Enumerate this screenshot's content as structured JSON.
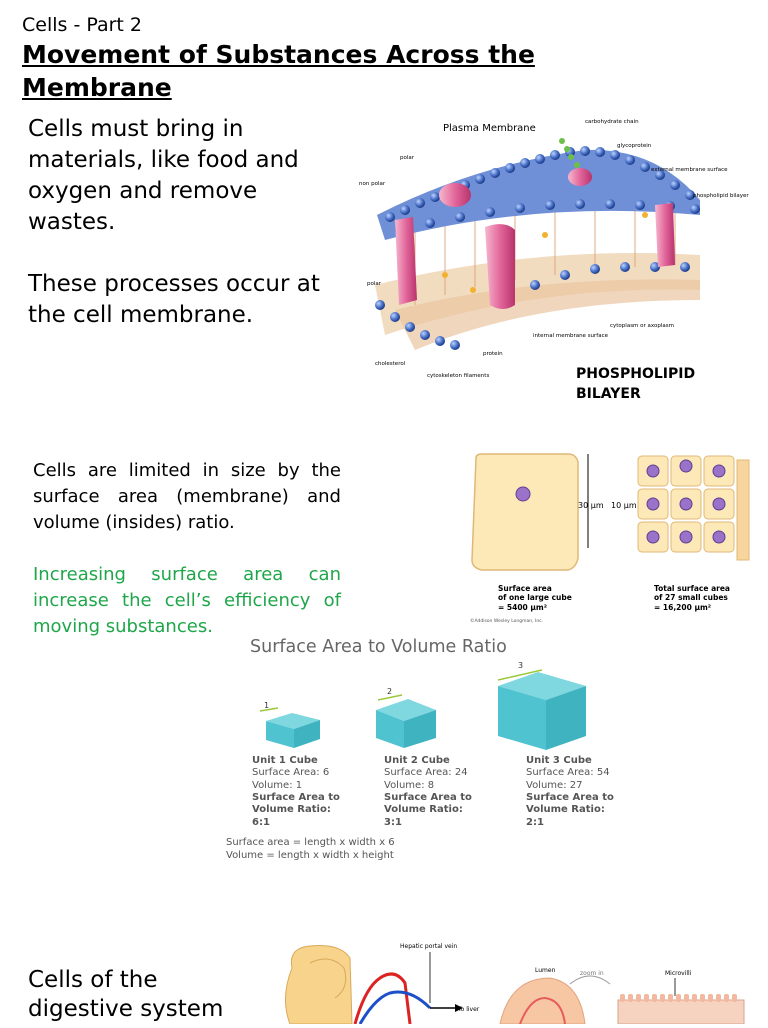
{
  "header": {
    "part_label": "Cells - Part 2",
    "title": "Movement of Substances Across the Membrane"
  },
  "intro": {
    "paragraph1": "Cells must bring in materials, like food and oxygen and remove wastes.",
    "paragraph2": "These processes occur at the cell membrane."
  },
  "membrane_figure": {
    "title": "Plasma Membrane",
    "labels": {
      "carbohydrate_chain": "carbohydrate chain",
      "glycoprotein": "glycoprotein",
      "polar_top": "polar",
      "non_polar": "non polar",
      "external_surface": "external membrane surface",
      "phospholipid_bilayer": "phospholipid bilayer",
      "polar_bottom": "polar",
      "cytoplasm": "cytoplasm or axoplasm",
      "internal_surface": "internal membrane surface",
      "protein": "protein",
      "cholesterol": "cholesterol",
      "cytoskeleton": "cytoskeleton filaments"
    },
    "caption_line1": "PHOSPHOLIPID",
    "caption_line2": "BILAYER"
  },
  "size_section": {
    "paragraph1": "Cells are limited in size by the surface area (membrane) and volume (insides) ratio.",
    "paragraph2": "Increasing surface area can increase the cell’s efficiency of moving substances."
  },
  "cube_figure": {
    "large_dim": "30 µm",
    "small_dim": "10 µm",
    "large_caption": [
      "Surface area",
      "of one large cube",
      "= 5400 µm²"
    ],
    "small_caption": [
      "Total surface area",
      "of 27 small cubes",
      "= 16,200 µm²"
    ],
    "credit": "©Addison Wesley Longman, Inc."
  },
  "ratio_figure": {
    "title": "Surface Area to Volume Ratio",
    "cubes": [
      {
        "number": "1",
        "name": "Unit 1 Cube",
        "area": "Surface Area: 6",
        "volume": "Volume: 1",
        "ratio_label1": "Surface Area to",
        "ratio_label2": "Volume Ratio:",
        "ratio": "6:1"
      },
      {
        "number": "2",
        "name": "Unit 2 Cube",
        "area": "Surface Area: 24",
        "volume": "Volume: 8",
        "ratio_label1": "Surface Area to",
        "ratio_label2": "Volume Ratio:",
        "ratio": "3:1"
      },
      {
        "number": "3",
        "name": "Unit 3 Cube",
        "area": "Surface Area: 54",
        "volume": "Volume: 27",
        "ratio_label1": "Surface Area to",
        "ratio_label2": "Volume Ratio:",
        "ratio": "2:1"
      }
    ],
    "formula_area": "Surface area = length x width x 6",
    "formula_volume": "Volume = length x width x height",
    "cube_color": "#4fc3d0"
  },
  "digest": {
    "text": "Cells of the digestive system"
  },
  "digest_figure": {
    "hepatic": "Hepatic portal vein",
    "to_liver": "To liver",
    "lumen": "Lumen",
    "zoom": "zoom in",
    "microvilli": "Microvilli"
  }
}
